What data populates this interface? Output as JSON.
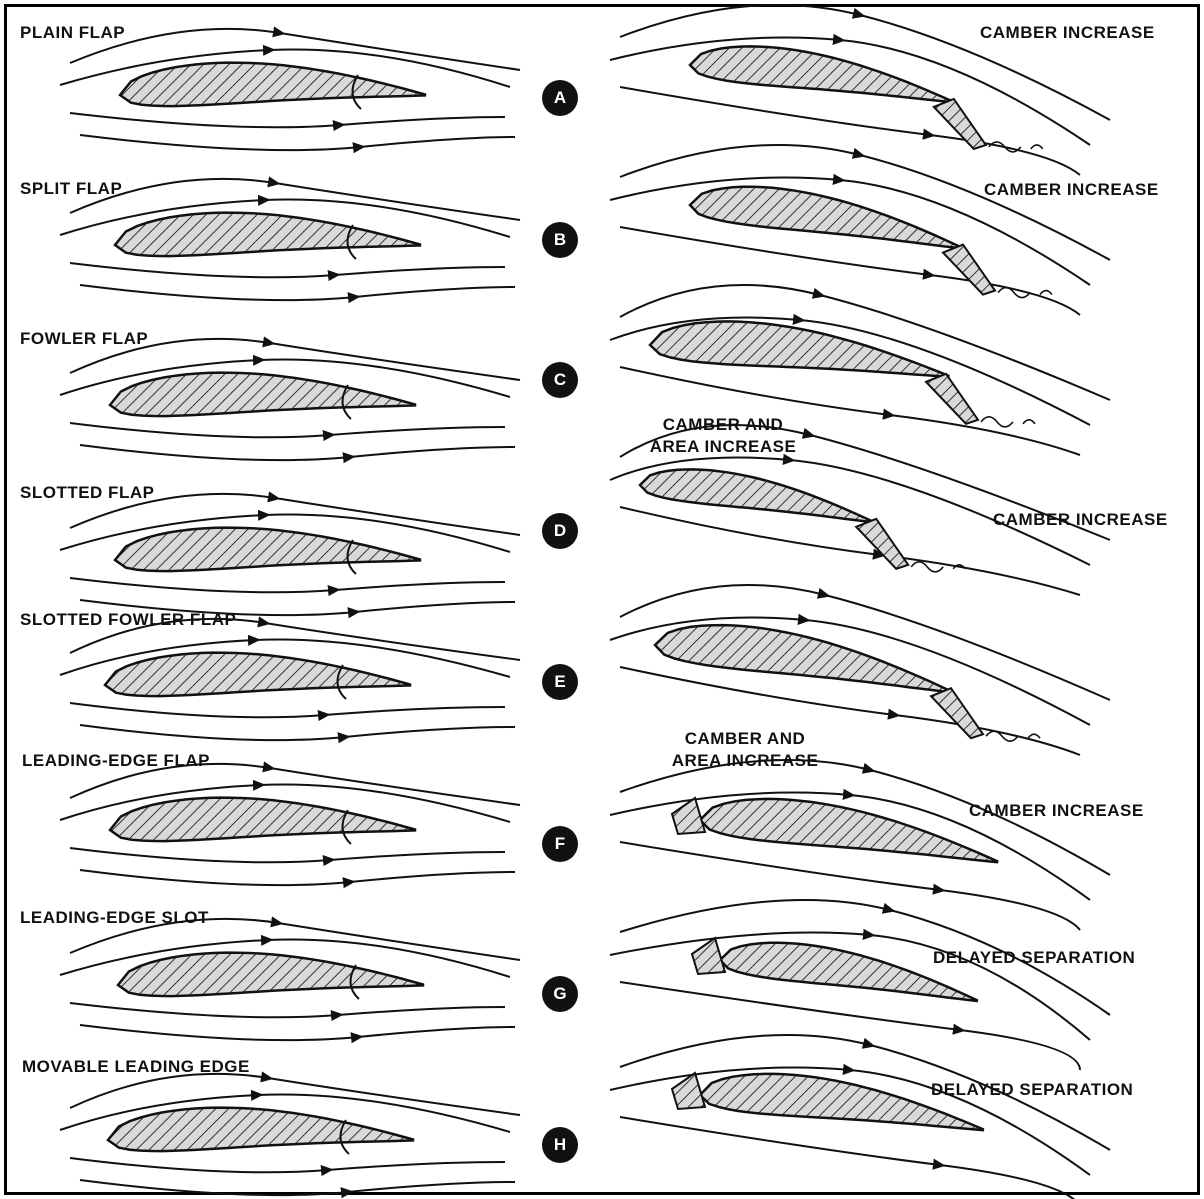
{
  "rows": [
    {
      "letter": "A",
      "left_label": "PLAIN FLAP",
      "right_label": "CAMBER INCREASE"
    },
    {
      "letter": "B",
      "left_label": "SPLIT FLAP",
      "right_label": "CAMBER INCREASE"
    },
    {
      "letter": "C",
      "left_label": "FOWLER FLAP",
      "right_label": "CAMBER AND\nAREA INCREASE"
    },
    {
      "letter": "D",
      "left_label": "SLOTTED FLAP",
      "right_label": "CAMBER INCREASE"
    },
    {
      "letter": "E",
      "left_label": "SLOTTED FOWLER FLAP",
      "right_label": "CAMBER AND\nAREA INCREASE"
    },
    {
      "letter": "F",
      "left_label": "LEADING-EDGE FLAP",
      "right_label": "CAMBER INCREASE"
    },
    {
      "letter": "G",
      "left_label": "LEADING-EDGE SLOT",
      "right_label": "DELAYED SEPARATION"
    },
    {
      "letter": "H",
      "left_label": "MOVABLE LEADING EDGE",
      "right_label": "DELAYED SEPARATION"
    }
  ],
  "colors": {
    "ink": "#111111",
    "badge": "#111111",
    "hatch": "#333333",
    "fill": "#dcdcdc"
  }
}
